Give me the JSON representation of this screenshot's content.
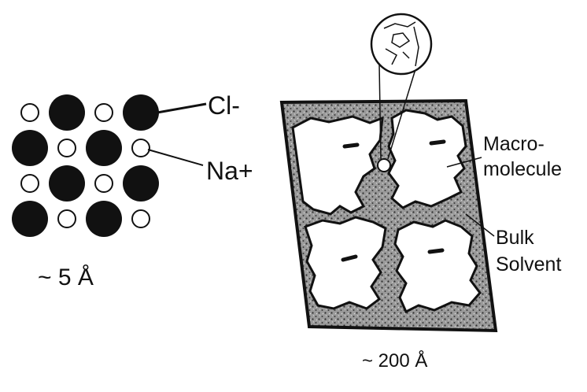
{
  "salt_crystal": {
    "lattice": [
      [
        "small",
        "large",
        "small",
        "large"
      ],
      [
        "large",
        "small",
        "large",
        "small"
      ],
      [
        "small",
        "large",
        "small",
        "large"
      ],
      [
        "large",
        "small",
        "large",
        "small"
      ]
    ],
    "labels": {
      "chloride": "Cl-",
      "sodium": "Na+"
    },
    "scale": "~ 5 Å"
  },
  "protein_crystal": {
    "labels": {
      "macromolecule": "Macro-\nmolecule",
      "bulk_solvent": "Bulk\nSolvent"
    },
    "scale": "~ 200 Å",
    "molecule_count": 4
  },
  "colors": {
    "ink": "#111111",
    "solvent": "#8a8a8a",
    "background": "#ffffff"
  }
}
